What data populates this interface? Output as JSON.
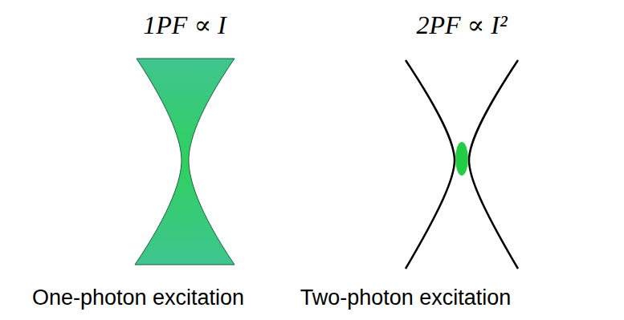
{
  "diagram": {
    "labels": [
      "1PF ∝ I",
      "2PF ∝ I²",
      "One-photon excitation",
      "Two-photon excitation"
    ]
  }
}
